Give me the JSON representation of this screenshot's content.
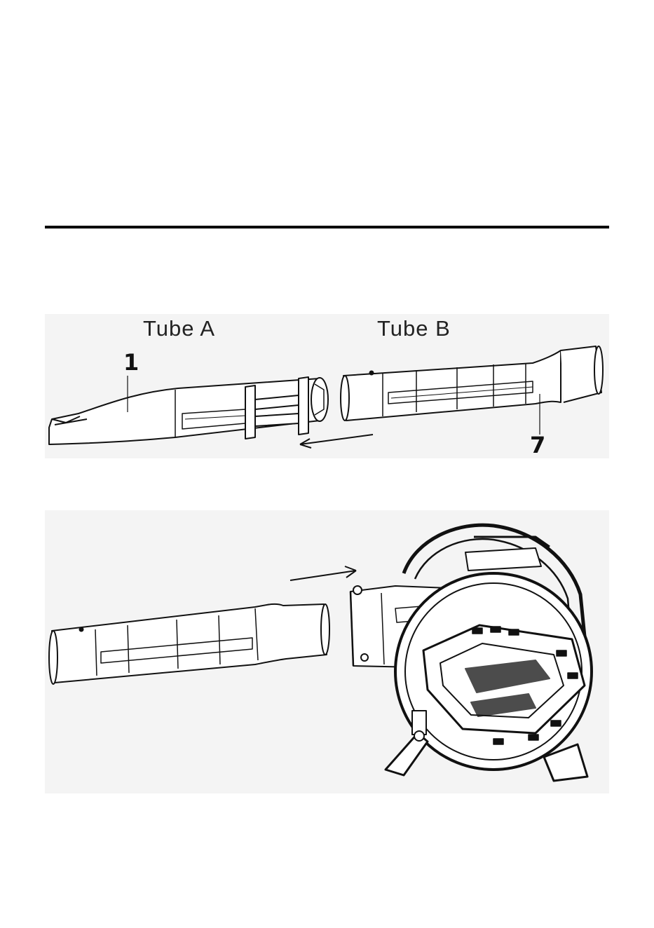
{
  "page": {
    "divider": "horizontal rule"
  },
  "figure_top": {
    "tube_a_label": "Tube A",
    "tube_b_label": "Tube B",
    "callout_tube_a": "1",
    "callout_tube_b": "7",
    "arrow_direction": "left"
  },
  "figure_bottom": {
    "arrow_direction": "right"
  }
}
